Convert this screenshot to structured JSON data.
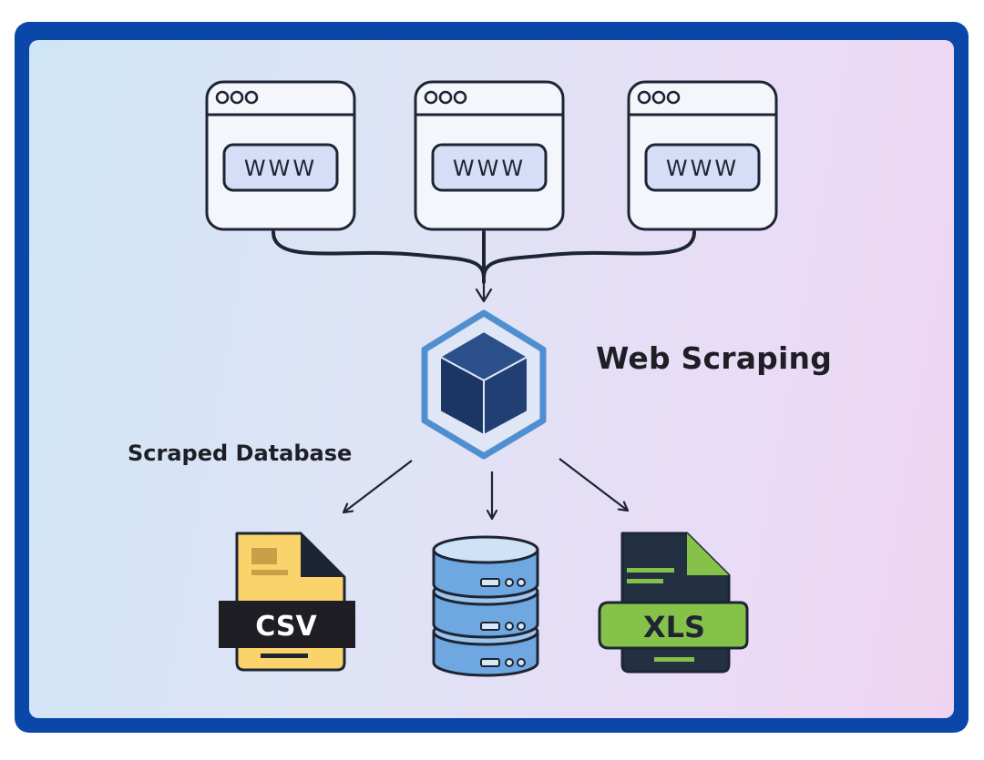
{
  "colors": {
    "frame": "#0a47a9",
    "stroke": "#1d2433",
    "window_fill": "#f4f6fb",
    "url_bar": "#d6def7",
    "cube_outline": "#4f8fd0",
    "cube_face": "#1f3a6a",
    "csv_yellow": "#fad36a",
    "db_blue": "#6fa8e0",
    "xls_green": "#86c24a",
    "xls_body": "#233041"
  },
  "browsers": [
    {
      "name": "browser-window-left",
      "url_text": "WWW"
    },
    {
      "name": "browser-window-center",
      "url_text": "WWW"
    },
    {
      "name": "browser-window-right",
      "url_text": "WWW"
    }
  ],
  "labels": {
    "web_scraping": "Web Scraping",
    "scraped_database": "Scraped Database"
  },
  "outputs": {
    "csv_label": "CSV",
    "xls_label": "XLS"
  },
  "icons": {
    "browser": "browser-window-icon",
    "hub": "cube-icon",
    "csv": "csv-file-icon",
    "database": "database-icon",
    "xls": "xls-file-icon"
  }
}
